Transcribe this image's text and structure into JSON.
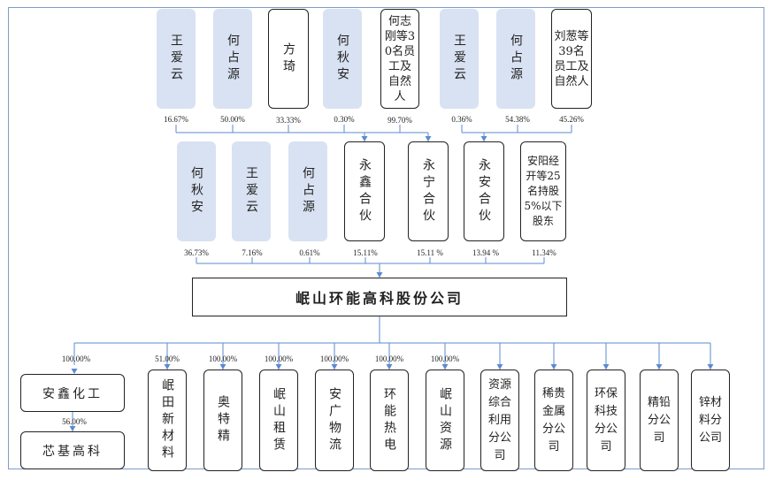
{
  "top_row": [
    {
      "name": "王爱云",
      "pct": "16.67%",
      "kind": "person"
    },
    {
      "name": "何占源",
      "pct": "50.00%",
      "kind": "person"
    },
    {
      "name": "方琦",
      "pct": "33.33%",
      "kind": "entity"
    },
    {
      "name": "何秋安",
      "pct": "0.30%",
      "kind": "person"
    },
    {
      "name": "何志刚等30名员工及自然人",
      "pct": "99.70%",
      "kind": "entity"
    },
    {
      "name": "王爱云",
      "pct": "0.36%",
      "kind": "person"
    },
    {
      "name": "何占源",
      "pct": "54.38%",
      "kind": "person"
    },
    {
      "name": "刘葱等39名员工及自然人",
      "pct": "45.26%",
      "kind": "entity"
    }
  ],
  "middle_row": [
    {
      "name": "何秋安",
      "pct": "36.73%",
      "kind": "person"
    },
    {
      "name": "王爱云",
      "pct": "7.16%",
      "kind": "person"
    },
    {
      "name": "何占源",
      "pct": "0.61%",
      "kind": "person"
    },
    {
      "name": "永鑫合伙",
      "pct": "15.11%",
      "kind": "entity"
    },
    {
      "name": "永宁合伙",
      "pct": "15.11 %",
      "kind": "entity"
    },
    {
      "name": "永安合伙",
      "pct": "13.94 %",
      "kind": "entity"
    },
    {
      "name": "安阳经开等25名持股5%以下股东",
      "pct": "11.34%",
      "kind": "entity"
    }
  ],
  "company": {
    "name": "岷山环能高科股份公司"
  },
  "subsidiaries": [
    {
      "name": "安鑫化工",
      "pct": "100.00%"
    },
    {
      "name": "岷田新材料",
      "pct": "51.00%"
    },
    {
      "name": "奥特精",
      "pct": "100.00%"
    },
    {
      "name": "岷山租赁",
      "pct": "100.00%"
    },
    {
      "name": "安广物流",
      "pct": "100.00%"
    },
    {
      "name": "环能热电",
      "pct": "100.00%"
    },
    {
      "name": "岷山资源",
      "pct": "100.00%"
    },
    {
      "name": "资源综合利用分公司",
      "pct": ""
    },
    {
      "name": "稀贵金属分公司",
      "pct": ""
    },
    {
      "name": "环保科技分公司",
      "pct": ""
    },
    {
      "name": "精铅分公司",
      "pct": ""
    },
    {
      "name": "锌材料分公司",
      "pct": ""
    }
  ],
  "sub_sub": {
    "name": "芯基高科",
    "pct": "56.00%"
  },
  "colors": {
    "person_fill": "#d9e2f2",
    "connector": "#5b8bd0",
    "frame": "#7f9cc6"
  }
}
